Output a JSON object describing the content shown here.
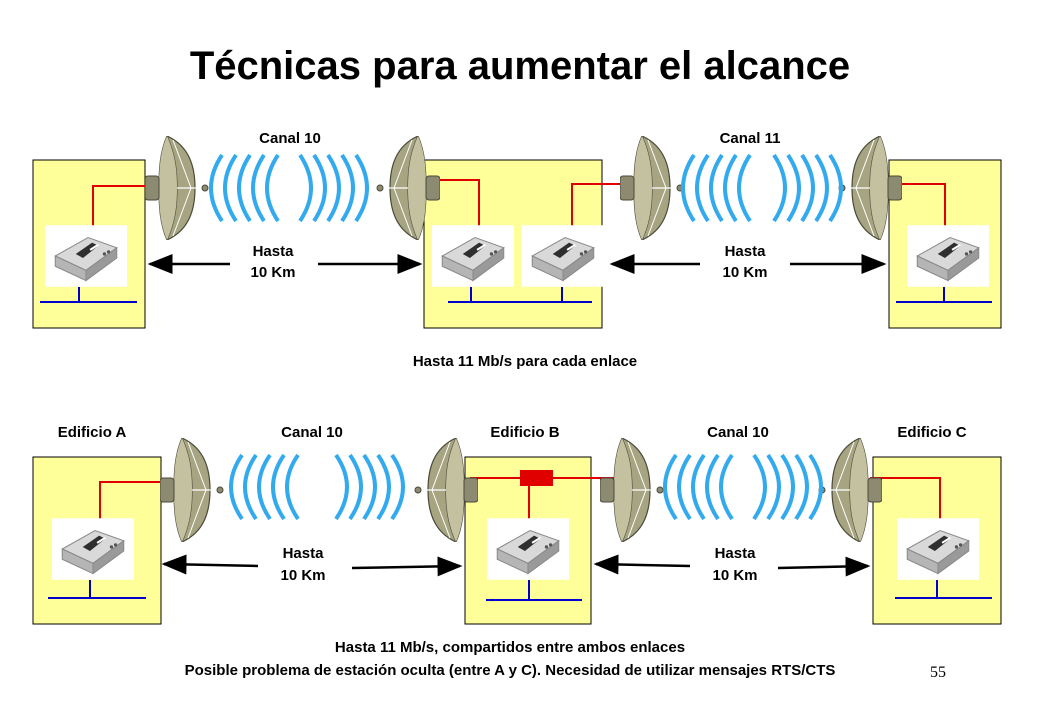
{
  "title": "Técnicas para aumentar el alcance",
  "page_number": "55",
  "colors": {
    "building": "#FFFF99",
    "cable": "#E00000",
    "lan": "#0000CC",
    "radio_wave": "#33AAEE",
    "repeater": "#E00000"
  },
  "top": {
    "link1_channel": "Canal 10",
    "link2_channel": "Canal 11",
    "link1_distance_line1": "Hasta",
    "link1_distance_line2": "10 Km",
    "link2_distance_line1": "Hasta",
    "link2_distance_line2": "10 Km",
    "caption": "Hasta 11 Mb/s para cada enlace"
  },
  "bottom": {
    "building_a": "Edificio A",
    "building_b": "Edificio B",
    "building_c": "Edificio C",
    "link1_channel": "Canal 10",
    "link2_channel": "Canal 10",
    "link1_distance_line1": "Hasta",
    "link1_distance_line2": "10 Km",
    "link2_distance_line1": "Hasta",
    "link2_distance_line2": "10 Km",
    "caption_line1": "Hasta 11 Mb/s, compartidos entre ambos enlaces",
    "caption_line2": "Posible problema de estación oculta (entre A y C). Necesidad de utilizar mensajes RTS/CTS"
  }
}
